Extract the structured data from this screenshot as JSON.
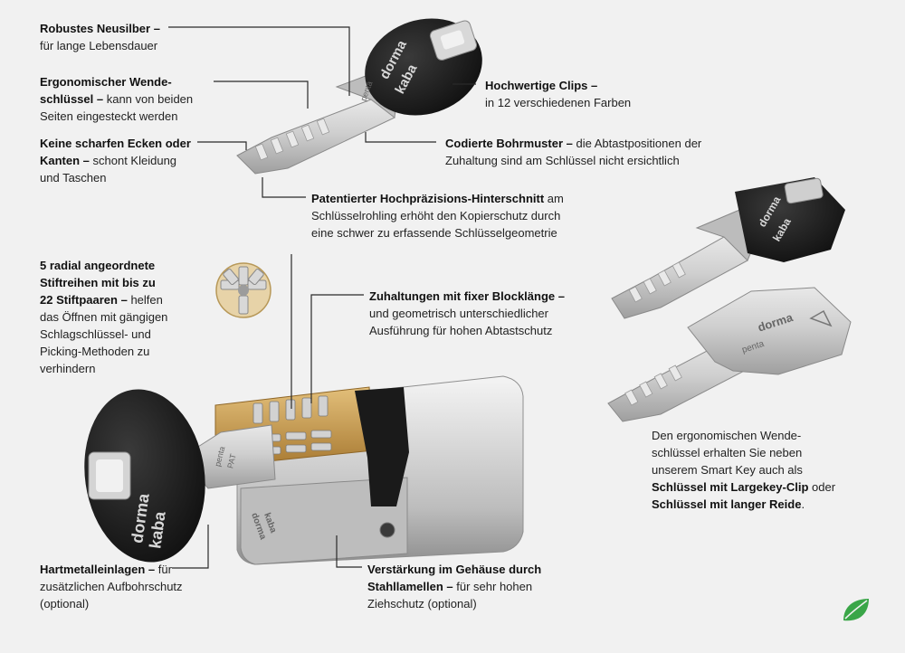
{
  "callouts": {
    "neusilber": {
      "bold": "Robustes Neusilber –",
      "rest": "für lange Lebensdauer"
    },
    "wende": {
      "bold1": "Ergonomischer Wende-",
      "bold2": "schlüssel –",
      "rest1": " kann von beiden",
      "rest2": "Seiten eingesteckt werden"
    },
    "ecken": {
      "bold1": "Keine scharfen Ecken oder",
      "bold2": "Kanten –",
      "rest1": " schont Kleidung",
      "rest2": "und Taschen"
    },
    "clips": {
      "bold": "Hochwertige Clips –",
      "rest": "in 12 verschiedenen Farben"
    },
    "bohrmuster": {
      "bold": "Codierte Bohrmuster –",
      "rest1": " die Abtastpositionen der",
      "rest2": "Zuhaltung sind am Schlüssel nicht ersichtlich"
    },
    "hinterschnitt": {
      "bold": "Patentierter Hochpräzisions-Hinterschnitt",
      "rest1": " am",
      "rest2": "Schlüsselrohling erhöht den Kopierschutz durch",
      "rest3": "eine schwer zu erfassende Schlüsselgeometrie"
    },
    "stiftreihen": {
      "bold1": "5 radial angeordnete",
      "bold2": "Stiftreihen mit bis zu",
      "bold3": "22 Stiftpaaren –",
      "rest1": " helfen",
      "rest2": "das Öffnen mit gängigen",
      "rest3": "Schlagschlüssel- und",
      "rest4": "Picking-Methoden zu",
      "rest5": "verhindern"
    },
    "zuhaltungen": {
      "bold": "Zuhaltungen mit fixer Blocklänge –",
      "rest1": "und geometrisch unterschiedlicher",
      "rest2": "Ausführung für hohen Abtastschutz"
    },
    "smartkey": {
      "l1": "Den ergonomischen Wende-",
      "l2": "schlüssel erhalten Sie neben",
      "l3": "unserem Smart Key auch als",
      "bold1": "Schlüssel mit Largekey-Clip",
      "rest1": " oder",
      "bold2": "Schlüssel mit langer Reide",
      "rest2": "."
    },
    "hartmetall": {
      "bold": "Hartmetalleinlagen –",
      "rest1": " für",
      "rest2": "zusätzlichen Aufbohrschutz",
      "rest3": "(optional)"
    },
    "verstaerkung": {
      "bold1": "Verstärkung im Gehäuse durch",
      "bold2": "Stahllamellen –",
      "rest1": " für sehr hohen",
      "rest2": "Ziehschutz (optional)"
    }
  },
  "product_marks": {
    "brand_top": "dorma",
    "brand_bottom": "kaba",
    "key_text": "penta",
    "key_pat": "PAT"
  },
  "icons": {
    "leaf": "leaf-icon"
  },
  "colors": {
    "background": "#f1f1f1",
    "clip_black": "#1b1b1b",
    "nickel_silver": "#c9c9c9",
    "brass": "#c89a4a",
    "leaf_green": "#3aa648"
  }
}
